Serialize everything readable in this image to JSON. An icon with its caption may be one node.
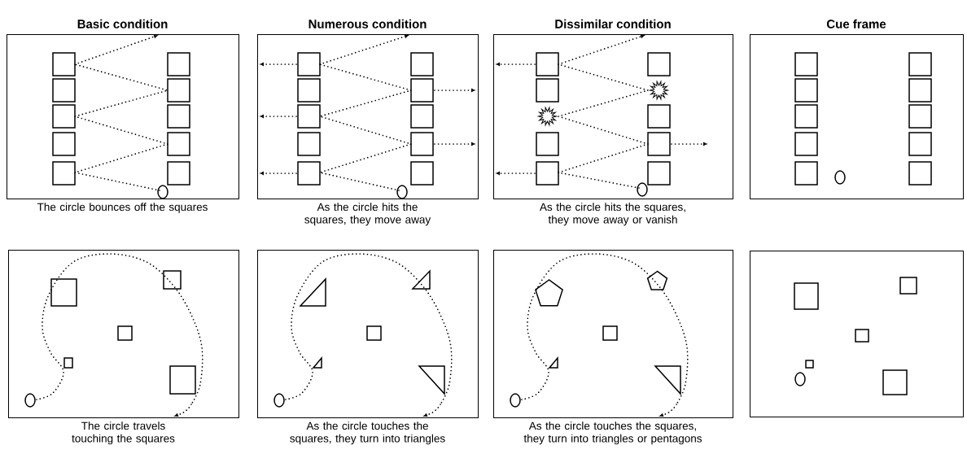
{
  "diagram": {
    "nodes": [
      {
        "text": [
          "Basic condition"
        ],
        "beside": [
          "The circle bounces off the squares"
        ]
      },
      {
        "text": [
          "Numerous condition"
        ],
        "beside": [
          "As the circle hits the squares, they move away"
        ]
      },
      {
        "text": [
          "Dissimilar condition"
        ],
        "beside": [
          "As the circle hits the squares, they move away or vanish"
        ]
      },
      {
        "text": [
          "Cue frame"
        ]
      },
      {
        "text": [],
        "shape": "box",
        "beside": [
          "The circle travels touching the squares"
        ]
      },
      {
        "text": [],
        "shape": "box",
        "beside": [
          "As the circle touches the squares, they turn into triangles"
        ]
      },
      {
        "text": [],
        "shape": "box",
        "beside": [
          "As the circle touches the squares, they turn into triangles or pentagons"
        ]
      },
      {
        "text": [],
        "shape": "box"
      }
    ],
    "edges": []
  }
}
